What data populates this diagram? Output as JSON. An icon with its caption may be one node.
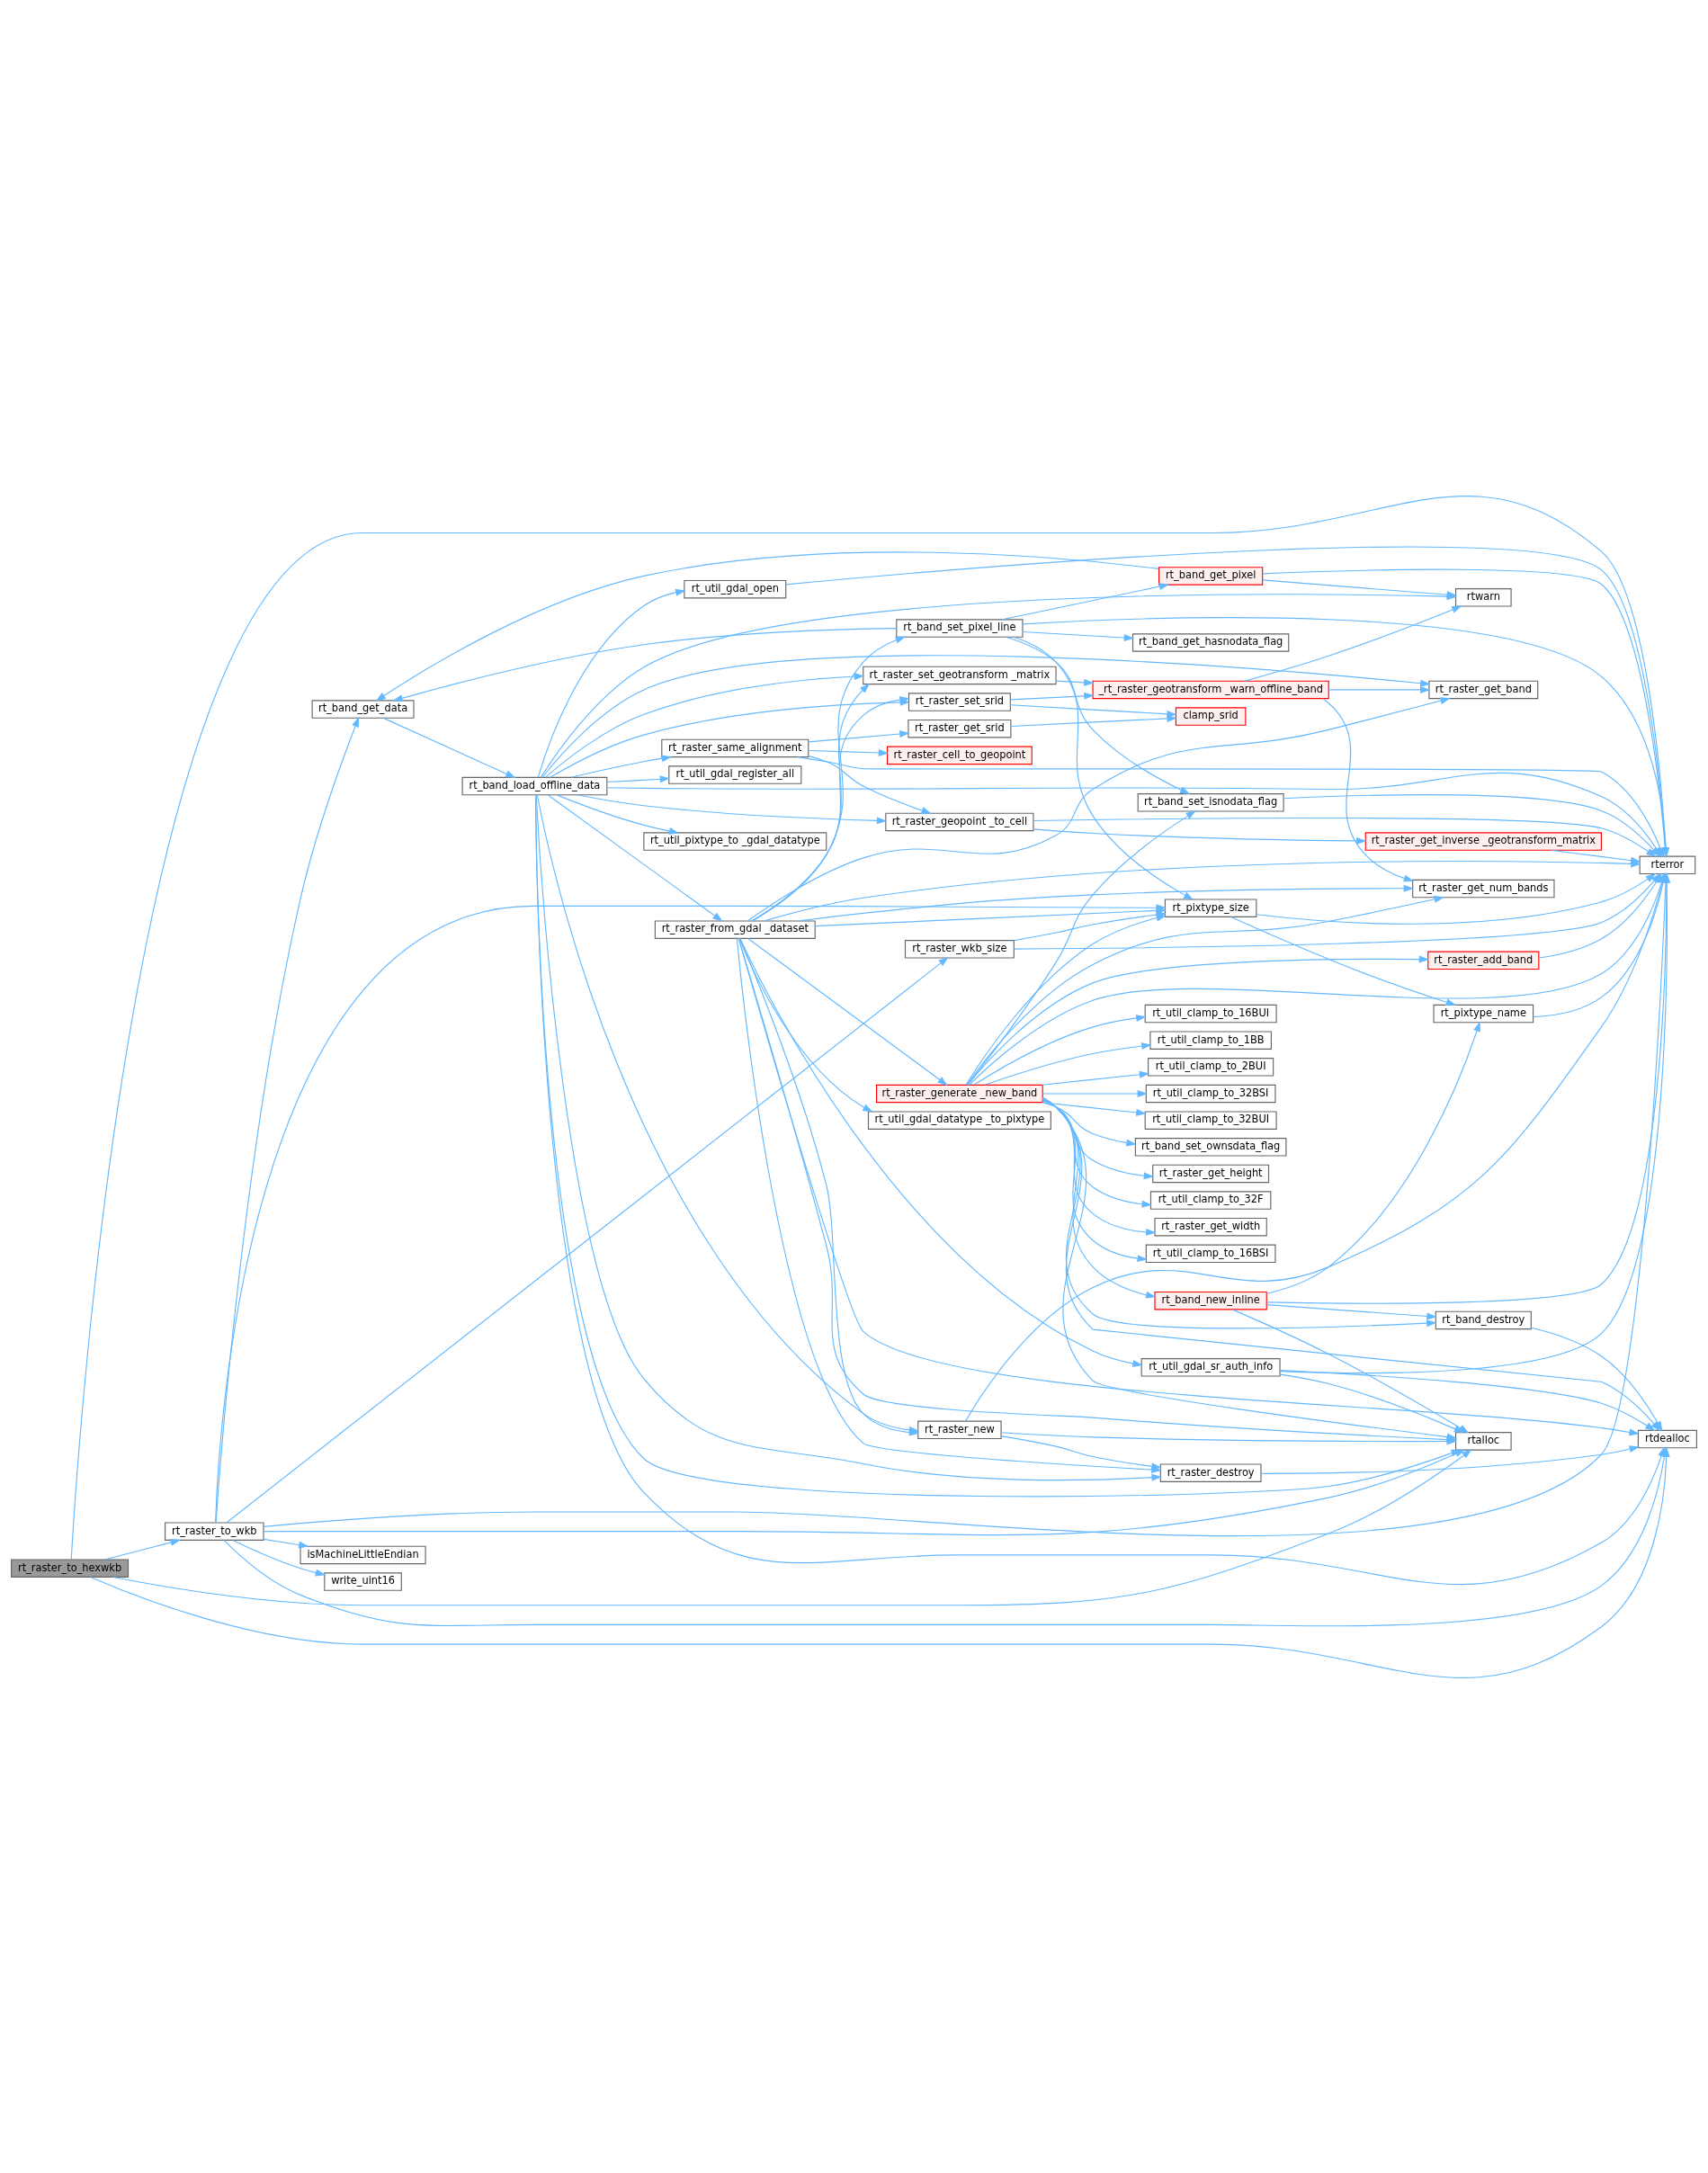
{
  "diagram": {
    "nodes": [
      {
        "text": [
          "rt_raster_to_hexwkb"
        ]
      },
      {
        "text": [
          "rtdealloc"
        ]
      },
      {
        "text": [
          "rtalloc"
        ]
      },
      {
        "text": [
          "rt_raster_to_wkb"
        ]
      },
      {
        "text": [
          "rt_band_load_offline_data"
        ]
      },
      {
        "text": [
          "rt_raster_destroy"
        ]
      },
      {
        "text": [
          "rt_raster_new"
        ]
      },
      {
        "text": [
          "rt_raster_from_gdal _dataset"
        ]
      },
      {
        "text": [
          "rt_util_gdal_sr_auth_info"
        ]
      },
      {
        "text": [
          "rt_band_destroy"
        ]
      },
      {
        "text": [
          "rt_band_new_inline"
        ]
      },
      {
        "text": [
          "rt_raster_get_width"
        ]
      },
      {
        "text": [
          "rt_util_clamp_to_16BSI"
        ]
      },
      {
        "text": [
          "rt_util_clamp_to_16BUI"
        ]
      },
      {
        "text": [
          "rt_util_clamp_to_1BB"
        ]
      },
      {
        "text": [
          "rt_util_clamp_to_2BUI"
        ]
      },
      {
        "text": [
          "rt_util_clamp_to_32BSI"
        ]
      },
      {
        "text": [
          "rt_util_clamp_to_32BUI"
        ]
      },
      {
        "text": [
          "rt_raster_generate _new_band"
        ]
      },
      {
        "text": [
          "rt_band_set_ownsdata_flag"
        ]
      },
      {
        "text": [
          "rt_raster_get_height"
        ]
      },
      {
        "text": [
          "rt_util_clamp_to_32F"
        ]
      },
      {
        "text": [
          "rt_raster_add_band"
        ]
      },
      {
        "text": [
          "rt_pixtype_name"
        ]
      },
      {
        "text": [
          "rt_raster_get_num_bands"
        ]
      },
      {
        "text": [
          "rt_util_gdal_datatype _to_pixtype"
        ]
      },
      {
        "text": [
          "rt_band_set_isnodata_flag"
        ]
      },
      {
        "text": [
          "rterror"
        ]
      },
      {
        "text": [
          "rt_util_gdal_register_all"
        ]
      },
      {
        "text": [
          "rt_util_gdal_open"
        ]
      },
      {
        "text": [
          "rt_raster_same_alignment"
        ]
      },
      {
        "text": [
          "rt_raster_cell_to_geopoint"
        ]
      },
      {
        "text": [
          "rt_raster_get_srid"
        ]
      },
      {
        "text": [
          "clamp_srid"
        ]
      },
      {
        "text": [
          "rt_raster_set_srid"
        ]
      },
      {
        "text": [
          "rt_pixtype_size"
        ]
      },
      {
        "text": [
          "rt_raster_geopoint _to_cell"
        ]
      },
      {
        "text": [
          "rt_raster_get_inverse _geotransform_matrix"
        ]
      },
      {
        "text": [
          "rt_util_pixtype_to _gdal_datatype"
        ]
      },
      {
        "text": [
          "rt_raster_set_geotransform _matrix"
        ]
      },
      {
        "text": [
          "_rt_raster_geotransform _warn_offline_band"
        ]
      },
      {
        "text": [
          "rt_raster_get_band"
        ]
      },
      {
        "text": [
          "rt_band_get_hasnodata_flag"
        ]
      },
      {
        "text": [
          "isMachineLittleEndian"
        ]
      },
      {
        "text": [
          "rt_band_set_pixel_line"
        ]
      },
      {
        "text": [
          "rt_band_get_data"
        ]
      },
      {
        "text": [
          "rtwarn"
        ]
      },
      {
        "text": [
          "write_uint16"
        ]
      },
      {
        "text": [
          "rt_raster_wkb_size"
        ]
      },
      {
        "text": [
          "rt_band_get_pixel"
        ]
      }
    ],
    "edges": [
      {
        "from": 0,
        "to": 1,
        "arrow": "to"
      },
      {
        "from": 0,
        "to": 2,
        "arrow": "to"
      },
      {
        "from": 0,
        "to": 3,
        "arrow": "to"
      },
      {
        "from": 0,
        "to": 27,
        "arrow": "to"
      },
      {
        "from": 3,
        "to": 1,
        "arrow": "to"
      },
      {
        "from": 3,
        "to": 2,
        "arrow": "to"
      },
      {
        "from": 3,
        "to": 35,
        "arrow": "to"
      },
      {
        "from": 3,
        "to": 43,
        "arrow": "to"
      },
      {
        "from": 3,
        "to": 45,
        "arrow": "to"
      },
      {
        "from": 3,
        "to": 47,
        "arrow": "to"
      },
      {
        "from": 3,
        "to": 48,
        "arrow": "to"
      },
      {
        "from": 3,
        "to": 27,
        "arrow": "to"
      },
      {
        "from": 4,
        "to": 1,
        "arrow": "to"
      },
      {
        "from": 4,
        "to": 2,
        "arrow": "to"
      },
      {
        "from": 4,
        "to": 5,
        "arrow": "to"
      },
      {
        "from": 4,
        "to": 6,
        "arrow": "to"
      },
      {
        "from": 4,
        "to": 7,
        "arrow": "to"
      },
      {
        "from": 4,
        "to": 28,
        "arrow": "to"
      },
      {
        "from": 4,
        "to": 29,
        "arrow": "to"
      },
      {
        "from": 4,
        "to": 30,
        "arrow": "to"
      },
      {
        "from": 4,
        "to": 34,
        "arrow": "to"
      },
      {
        "from": 4,
        "to": 36,
        "arrow": "to"
      },
      {
        "from": 4,
        "to": 38,
        "arrow": "to"
      },
      {
        "from": 4,
        "to": 39,
        "arrow": "to"
      },
      {
        "from": 4,
        "to": 41,
        "arrow": "to"
      },
      {
        "from": 4,
        "to": 27,
        "arrow": "to"
      },
      {
        "from": 4,
        "to": 46,
        "arrow": "to"
      },
      {
        "from": 5,
        "to": 1,
        "arrow": "to"
      },
      {
        "from": 6,
        "to": 5,
        "arrow": "to"
      },
      {
        "from": 6,
        "to": 2,
        "arrow": "to"
      },
      {
        "from": 6,
        "to": 27,
        "arrow": "to"
      },
      {
        "from": 7,
        "to": 5,
        "arrow": "to"
      },
      {
        "from": 7,
        "to": 6,
        "arrow": "to"
      },
      {
        "from": 7,
        "to": 1,
        "arrow": "to"
      },
      {
        "from": 7,
        "to": 2,
        "arrow": "to"
      },
      {
        "from": 7,
        "to": 8,
        "arrow": "to"
      },
      {
        "from": 7,
        "to": 18,
        "arrow": "to"
      },
      {
        "from": 7,
        "to": 25,
        "arrow": "to"
      },
      {
        "from": 7,
        "to": 24,
        "arrow": "to"
      },
      {
        "from": 7,
        "to": 27,
        "arrow": "to"
      },
      {
        "from": 7,
        "to": 35,
        "arrow": "to"
      },
      {
        "from": 7,
        "to": 41,
        "arrow": "to"
      },
      {
        "from": 7,
        "to": 34,
        "arrow": "to"
      },
      {
        "from": 7,
        "to": 39,
        "arrow": "to"
      },
      {
        "from": 7,
        "to": 44,
        "arrow": "to"
      },
      {
        "from": 8,
        "to": 2,
        "arrow": "to"
      },
      {
        "from": 8,
        "to": 1,
        "arrow": "to"
      },
      {
        "from": 8,
        "to": 27,
        "arrow": "to"
      },
      {
        "from": 9,
        "to": 1,
        "arrow": "to"
      },
      {
        "from": 10,
        "to": 9,
        "arrow": "to"
      },
      {
        "from": 10,
        "to": 2,
        "arrow": "to"
      },
      {
        "from": 10,
        "to": 27,
        "arrow": "to"
      },
      {
        "from": 10,
        "to": 23,
        "arrow": "to"
      },
      {
        "from": 18,
        "to": 2,
        "arrow": "to"
      },
      {
        "from": 18,
        "to": 1,
        "arrow": "to"
      },
      {
        "from": 18,
        "to": 9,
        "arrow": "to"
      },
      {
        "from": 18,
        "to": 10,
        "arrow": "to"
      },
      {
        "from": 18,
        "to": 11,
        "arrow": "to"
      },
      {
        "from": 18,
        "to": 12,
        "arrow": "to"
      },
      {
        "from": 18,
        "to": 13,
        "arrow": "to"
      },
      {
        "from": 18,
        "to": 14,
        "arrow": "to"
      },
      {
        "from": 18,
        "to": 15,
        "arrow": "to"
      },
      {
        "from": 18,
        "to": 16,
        "arrow": "to"
      },
      {
        "from": 18,
        "to": 17,
        "arrow": "to"
      },
      {
        "from": 18,
        "to": 19,
        "arrow": "to"
      },
      {
        "from": 18,
        "to": 20,
        "arrow": "to"
      },
      {
        "from": 18,
        "to": 21,
        "arrow": "to"
      },
      {
        "from": 18,
        "to": 27,
        "arrow": "to"
      },
      {
        "from": 18,
        "to": 22,
        "arrow": "to"
      },
      {
        "from": 18,
        "to": 24,
        "arrow": "to"
      },
      {
        "from": 18,
        "to": 26,
        "arrow": "to"
      },
      {
        "from": 18,
        "to": 35,
        "arrow": "to"
      },
      {
        "from": 22,
        "to": 27,
        "arrow": "to"
      },
      {
        "from": 23,
        "to": 27,
        "arrow": "to"
      },
      {
        "from": 26,
        "to": 27,
        "arrow": "to"
      },
      {
        "from": 29,
        "to": 27,
        "arrow": "to"
      },
      {
        "from": 30,
        "to": 31,
        "arrow": "to"
      },
      {
        "from": 30,
        "to": 32,
        "arrow": "to"
      },
      {
        "from": 30,
        "to": 36,
        "arrow": "to"
      },
      {
        "from": 30,
        "to": 27,
        "arrow": "to"
      },
      {
        "from": 32,
        "to": 33,
        "arrow": "to"
      },
      {
        "from": 34,
        "to": 33,
        "arrow": "to"
      },
      {
        "from": 34,
        "to": 40,
        "arrow": "to"
      },
      {
        "from": 35,
        "to": 23,
        "arrow": "to"
      },
      {
        "from": 35,
        "to": 27,
        "arrow": "to"
      },
      {
        "from": 36,
        "to": 27,
        "arrow": "to"
      },
      {
        "from": 36,
        "to": 37,
        "arrow": "to"
      },
      {
        "from": 37,
        "to": 27,
        "arrow": "to"
      },
      {
        "from": 39,
        "to": 40,
        "arrow": "to"
      },
      {
        "from": 40,
        "to": 24,
        "arrow": "to"
      },
      {
        "from": 40,
        "to": 41,
        "arrow": "to"
      },
      {
        "from": 40,
        "to": 46,
        "arrow": "to"
      },
      {
        "from": 44,
        "to": 26,
        "arrow": "to"
      },
      {
        "from": 44,
        "to": 35,
        "arrow": "to"
      },
      {
        "from": 44,
        "to": 42,
        "arrow": "to"
      },
      {
        "from": 44,
        "to": 49,
        "arrow": "to"
      },
      {
        "from": 44,
        "to": 27,
        "arrow": "to"
      },
      {
        "from": 44,
        "to": 45,
        "arrow": "to"
      },
      {
        "from": 45,
        "to": 4,
        "arrow": "to"
      },
      {
        "from": 48,
        "to": 35,
        "arrow": "to"
      },
      {
        "from": 48,
        "to": 27,
        "arrow": "to"
      },
      {
        "from": 49,
        "to": 46,
        "arrow": "to"
      },
      {
        "from": 49,
        "to": 27,
        "arrow": "to"
      },
      {
        "from": 49,
        "to": 45,
        "arrow": "to"
      }
    ]
  }
}
